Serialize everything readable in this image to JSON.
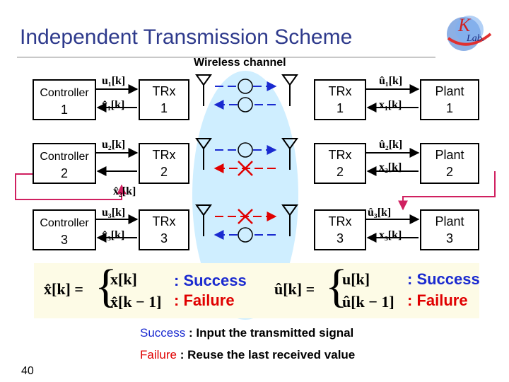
{
  "title": "Independent Transmission Scheme",
  "channel_label": "Wireless channel",
  "rows": [
    {
      "controller": {
        "label": "Controller",
        "num": "1"
      },
      "trx_left": {
        "label": "TRx",
        "num": "1"
      },
      "trx_right": {
        "label": "TRx",
        "num": "1"
      },
      "plant": {
        "label": "Plant",
        "num": "1"
      },
      "sig_top_left": "u₁[k]",
      "sig_bot_left": "x̂₁[k]",
      "sig_top_right": "û₁[k]",
      "sig_bot_right": "x₁[k]",
      "top_link": "success",
      "bottom_link": "success"
    },
    {
      "controller": {
        "label": "Controller",
        "num": "2"
      },
      "trx_left": {
        "label": "TRx",
        "num": "2"
      },
      "trx_right": {
        "label": "TRx",
        "num": "2"
      },
      "plant": {
        "label": "Plant",
        "num": "2"
      },
      "sig_top_left": "u₂[k]",
      "sig_bot_left": "x̂₂[k]",
      "sig_top_right": "û₂[k]",
      "sig_bot_right": "x₂[k]",
      "top_link": "success",
      "bottom_link": "failure"
    },
    {
      "controller": {
        "label": "Controller",
        "num": "3"
      },
      "trx_left": {
        "label": "TRx",
        "num": "3"
      },
      "trx_right": {
        "label": "TRx",
        "num": "3"
      },
      "plant": {
        "label": "Plant",
        "num": "3"
      },
      "sig_top_left": "u₃[k]",
      "sig_bot_left": "x̂₃[k]",
      "sig_top_right": "û₃[k]",
      "sig_bot_right": "x₃[k]",
      "top_link": "failure",
      "bottom_link": "success"
    }
  ],
  "legend": {
    "x_lhs": "x̂[k] =",
    "x_case1": "x[k]",
    "x_case2": "x̂[k − 1]",
    "u_lhs": "û[k] =",
    "u_case1": "u[k]",
    "u_case2": "û[k − 1]",
    "success": ": Success",
    "failure": ": Failure"
  },
  "notes": {
    "success_word": "Success",
    "success_text": ": Input the transmitted signal",
    "failure_word": "Failure",
    "failure_text": ": Reuse the last received value"
  },
  "page_number": "40",
  "colors": {
    "title": "#2e3a8c",
    "success": "#1a2ad0",
    "failure": "#e00000",
    "feedback": "#d02060",
    "channel": "#cfeeff"
  }
}
